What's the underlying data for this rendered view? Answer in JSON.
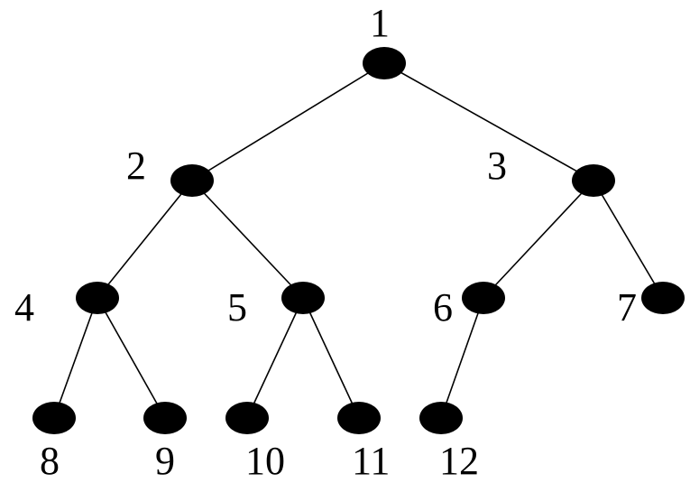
{
  "tree": {
    "node_color": "#000000",
    "edge_color": "#000000",
    "background": "#ffffff",
    "nodes": [
      {
        "id": 1,
        "label": "1",
        "parent": null
      },
      {
        "id": 2,
        "label": "2",
        "parent": 1
      },
      {
        "id": 3,
        "label": "3",
        "parent": 1
      },
      {
        "id": 4,
        "label": "4",
        "parent": 2
      },
      {
        "id": 5,
        "label": "5",
        "parent": 2
      },
      {
        "id": 6,
        "label": "6",
        "parent": 3
      },
      {
        "id": 7,
        "label": "7",
        "parent": 3
      },
      {
        "id": 8,
        "label": "8",
        "parent": 4
      },
      {
        "id": 9,
        "label": "9",
        "parent": 4
      },
      {
        "id": 10,
        "label": "10",
        "parent": 5
      },
      {
        "id": 11,
        "label": "11",
        "parent": 5
      },
      {
        "id": 12,
        "label": "12",
        "parent": 6
      }
    ]
  }
}
